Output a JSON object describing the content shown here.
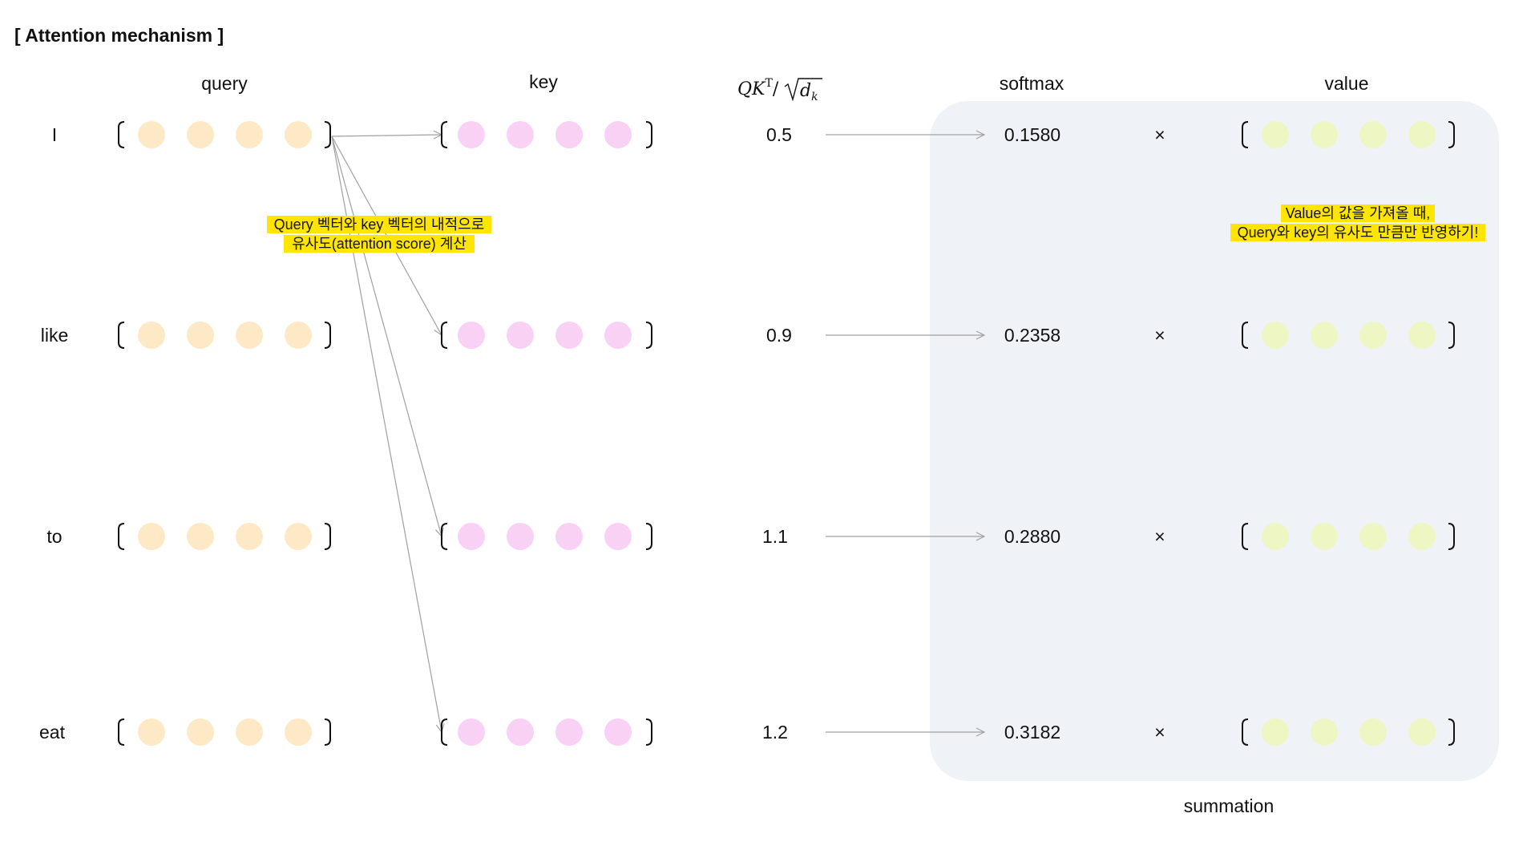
{
  "title": "[ Attention mechanism ]",
  "headers": {
    "query": "query",
    "key": "key",
    "score_parts": {
      "q": "QK",
      "t": "T",
      "slash": "/",
      "d": "d",
      "k": "k"
    },
    "softmax": "softmax",
    "value": "value"
  },
  "words": [
    "I",
    "like",
    "to",
    "eat"
  ],
  "scores": [
    "0.5",
    "0.9",
    "1.1",
    "1.2"
  ],
  "softmax_values": [
    "0.1580",
    "0.2358",
    "0.2880",
    "0.3182"
  ],
  "multiply_symbol": "×",
  "annotations": {
    "dot_product": {
      "line1": "Query 벡터와 key 벡터의 내적으로",
      "line2": "유사도(attention score) 계산"
    },
    "value_weight": {
      "line1": "Value의 값을 가져올 때,",
      "line2": "Query와 key의 유사도 만큼만 반영하기!"
    }
  },
  "summation_label": "summation",
  "colors": {
    "query_dot": "#fde9c6",
    "key_dot": "#f9d1f5",
    "value_dot": "#eef6c4",
    "panel_bg": "#eff3f8",
    "highlight": "#ffe500",
    "arrow": "#a0a0a0"
  }
}
